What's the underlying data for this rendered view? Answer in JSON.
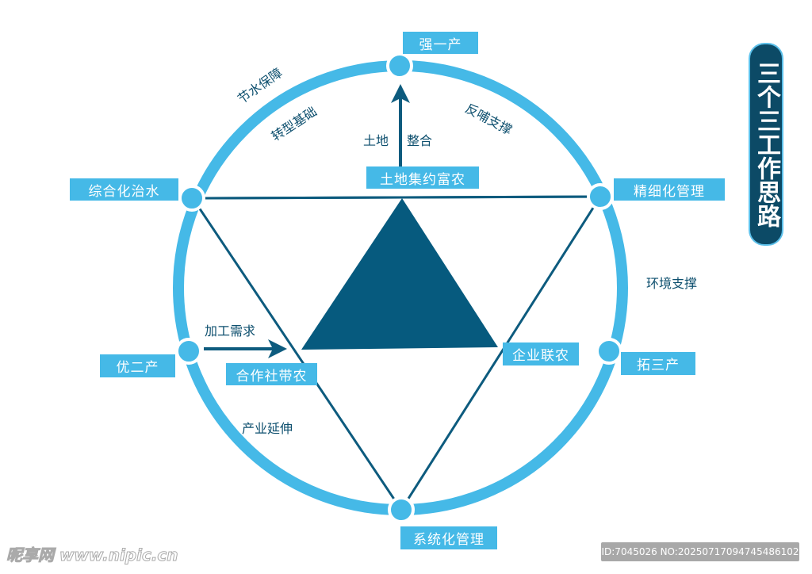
{
  "title": "三个三工作思路",
  "nodes": {
    "top": "强一产",
    "upper_left": "综合化治水",
    "upper_right": "精细化管理",
    "left": "优二产",
    "right": "拓三产",
    "bottom": "系统化管理"
  },
  "inner_boxes": {
    "land": "土地集约富农",
    "coop": "合作社带农",
    "enterprise": "企业联农"
  },
  "arc_labels": {
    "water": "节水保障",
    "transform": "转型基础",
    "feedback": "反哺支撑",
    "environment": "环境支撑",
    "processing": "加工需求",
    "extension": "产业延伸",
    "land": "土地",
    "integrate": "整合"
  },
  "watermark": "昵享网 www.nipic.cn",
  "image_id": "ID:7045026 NO:20250717094745486102",
  "colors": {
    "ring": "#45b9e7",
    "dark": "#065a7e"
  }
}
